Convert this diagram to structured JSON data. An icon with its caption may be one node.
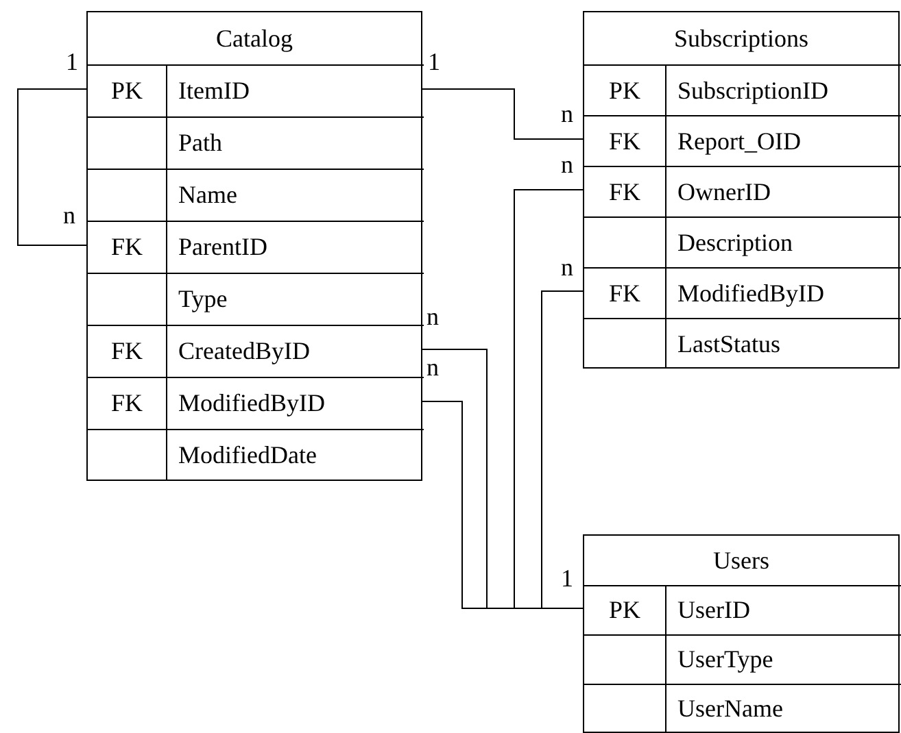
{
  "diagram": {
    "nodes": [
      {
        "text": [
          "Catalog"
        ]
      },
      {
        "text": [
          "PK",
          "ItemID"
        ],
        "in": 0
      },
      {
        "text": [
          "Path"
        ],
        "in": 0
      },
      {
        "text": [
          "Name"
        ],
        "in": 0
      },
      {
        "text": [
          "FK",
          "ParentID"
        ],
        "in": 0
      },
      {
        "text": [
          "Type"
        ],
        "in": 0
      },
      {
        "text": [
          "FK",
          "CreatedByID"
        ],
        "in": 0
      },
      {
        "text": [
          "FK",
          "ModifiedByID"
        ],
        "in": 0
      },
      {
        "text": [
          "ModifiedDate"
        ],
        "in": 0
      },
      {
        "text": [
          "Subscriptions"
        ]
      },
      {
        "text": [
          "PK",
          "SubscriptionID"
        ],
        "in": 9
      },
      {
        "text": [
          "FK",
          "Report_OID"
        ],
        "in": 9
      },
      {
        "text": [
          "FK",
          "OwnerID"
        ],
        "in": 9
      },
      {
        "text": [
          "Description"
        ],
        "in": 9
      },
      {
        "text": [
          "FK",
          "ModifiedByID"
        ],
        "in": 9
      },
      {
        "text": [
          "LastStatus"
        ],
        "in": 9
      },
      {
        "text": [
          "Users"
        ]
      },
      {
        "text": [
          "PK",
          "UserID"
        ],
        "in": 16
      },
      {
        "text": [
          "UserType"
        ],
        "in": 16
      },
      {
        "text": [
          "UserName"
        ],
        "in": 16
      }
    ],
    "edges": [
      {
        "from": 1,
        "to": 4,
        "arrow": "none"
      },
      {
        "from": 1,
        "to": 11,
        "arrow": "none"
      },
      {
        "from": 17,
        "to": 6,
        "arrow": "none"
      },
      {
        "from": 17,
        "to": 7,
        "arrow": "none"
      },
      {
        "from": 17,
        "to": 12,
        "arrow": "none"
      },
      {
        "from": 17,
        "to": 14,
        "arrow": "none"
      }
    ],
    "labels": [
      "1",
      "1",
      "n",
      "n",
      "n",
      "n",
      "n",
      "n",
      "1"
    ]
  }
}
